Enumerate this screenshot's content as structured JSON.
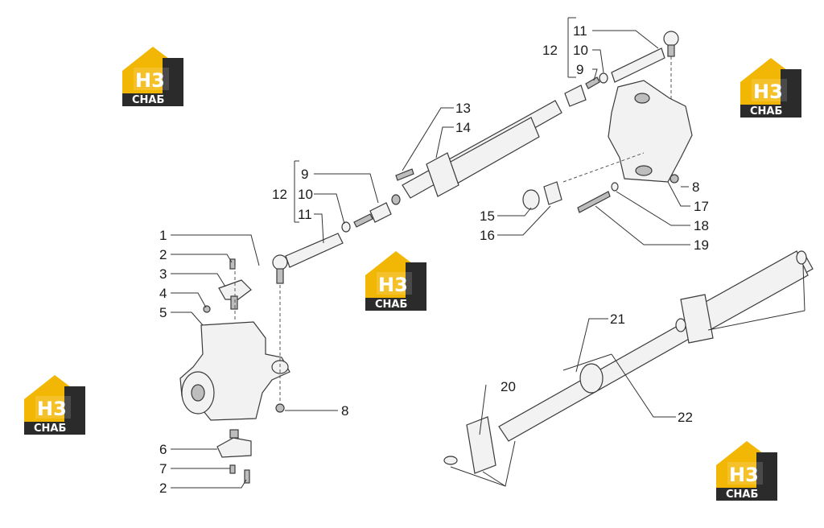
{
  "watermark": {
    "logo_top": "H3",
    "logo_bottom": "СНАБ"
  },
  "callouts": {
    "c1": "1",
    "c2a": "2",
    "c3": "3",
    "c4": "4",
    "c5": "5",
    "c6": "6",
    "c7": "7",
    "c2b": "2",
    "c8a": "8",
    "c9a": "9",
    "c10a": "10",
    "c11a": "11",
    "c12a": "12",
    "c13": "13",
    "c14": "14",
    "c15": "15",
    "c16": "16",
    "c11b": "11",
    "c10b": "10",
    "c9b": "9",
    "c12b": "12",
    "c8b": "8",
    "c17": "17",
    "c18": "18",
    "c19": "19",
    "c20": "20",
    "c21": "21",
    "c22": "22"
  },
  "colors": {
    "logo_yellow": "#f2b705",
    "logo_dark": "#2b2b2b"
  }
}
